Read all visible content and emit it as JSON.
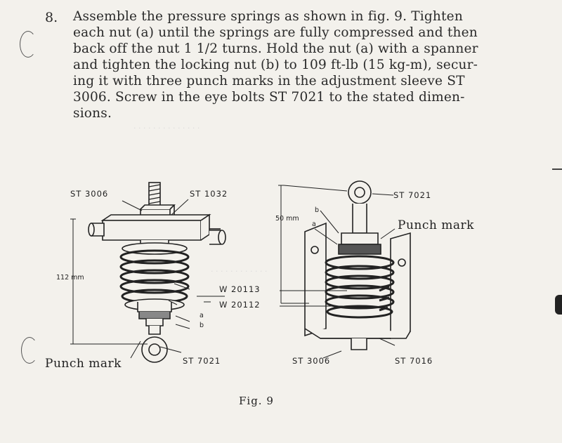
{
  "step": {
    "number": "8.",
    "lines": [
      "Assemble the pressure springs as shown in fig. 9. Tighten",
      "each nut (a) until the springs are fully compressed and then",
      "back off the nut 1 1/2 turns. Hold the nut (a) with a spanner",
      "and tighten the locking nut (b) to 109 ft-lb (15 kg-m), secur-",
      "ing it with three punch marks in the adjustment sleeve ST",
      "3006. Screw in the eye bolts ST 7021 to the stated dimen-",
      "sions."
    ]
  },
  "figure": {
    "left": {
      "labels": {
        "st3006": "ST 3006",
        "st1032": "ST 1032",
        "dim": "112 mm",
        "w20113": "W 20113",
        "w20112": "W 20112",
        "a": "a",
        "b": "b",
        "punch": "Punch mark",
        "st7021": "ST 7021"
      }
    },
    "right": {
      "labels": {
        "st7021": "ST 7021",
        "dim": "50 mm",
        "b": "b",
        "a": "a",
        "punch": "Punch mark",
        "st3006": "ST 3006",
        "st7016": "ST 7016"
      }
    },
    "caption": "Fig. 9"
  }
}
